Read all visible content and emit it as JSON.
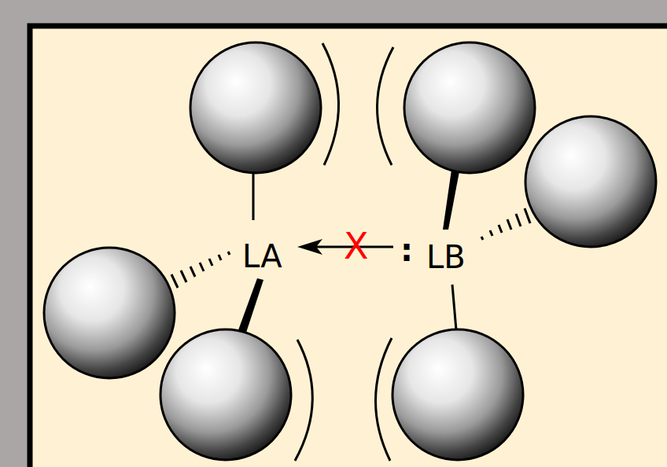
{
  "diagram": {
    "labels": [
      "LA",
      "X",
      ":",
      "LB"
    ]
  }
}
